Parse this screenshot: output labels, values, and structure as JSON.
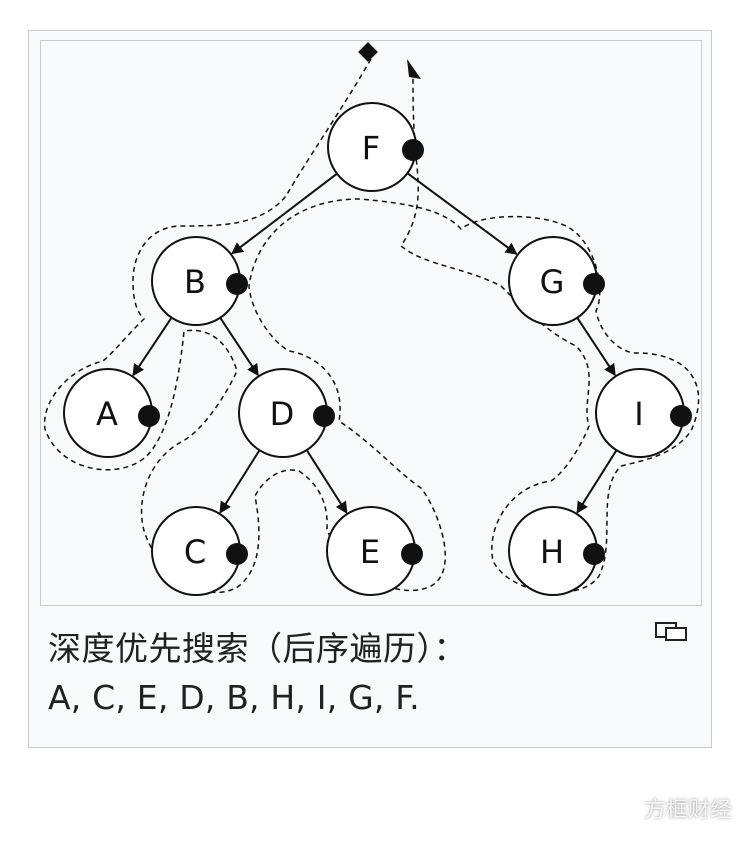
{
  "diagram": {
    "nodes": [
      {
        "id": "F",
        "label": "F"
      },
      {
        "id": "B",
        "label": "B"
      },
      {
        "id": "G",
        "label": "G"
      },
      {
        "id": "A",
        "label": "A"
      },
      {
        "id": "D",
        "label": "D"
      },
      {
        "id": "I",
        "label": "I"
      },
      {
        "id": "C",
        "label": "C"
      },
      {
        "id": "E",
        "label": "E"
      },
      {
        "id": "H",
        "label": "H"
      }
    ],
    "edges": [
      [
        "F",
        "B"
      ],
      [
        "F",
        "G"
      ],
      [
        "B",
        "A"
      ],
      [
        "B",
        "D"
      ],
      [
        "D",
        "C"
      ],
      [
        "D",
        "E"
      ],
      [
        "G",
        "I"
      ],
      [
        "I",
        "H"
      ]
    ]
  },
  "caption": {
    "title": "深度优先搜索（后序遍历）：",
    "sequence": "A, C, E, D, B, H, I, G, F."
  },
  "watermark": {
    "text": "方框财经"
  },
  "icons": {
    "enlarge": "enlarge-icon"
  }
}
